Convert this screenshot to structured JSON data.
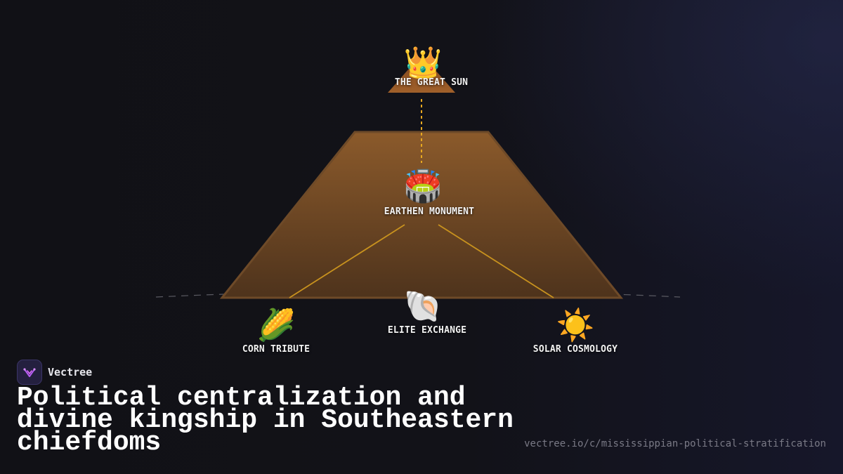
{
  "diagram": {
    "nodes": [
      {
        "id": "great-sun",
        "label": "THE GREAT SUN",
        "icon": "crown-icon",
        "glyph": "👑"
      },
      {
        "id": "earthen-monument",
        "label": "EARTHEN MONUMENT",
        "icon": "stadium-icon",
        "glyph": "🏟️"
      },
      {
        "id": "elite-exchange",
        "label": "ELITE EXCHANGE",
        "icon": "shell-icon",
        "glyph": "🐚"
      },
      {
        "id": "corn-tribute",
        "label": "CORN TRIBUTE",
        "icon": "corn-icon",
        "glyph": "🌽"
      },
      {
        "id": "solar-cosmology",
        "label": "SOLAR COSMOLOGY",
        "icon": "sun-icon",
        "glyph": "☀️"
      }
    ],
    "edges": [
      {
        "from": "great-sun",
        "to": "earthen-monument",
        "style": "dotted"
      },
      {
        "from": "earthen-monument",
        "to": "corn-tribute",
        "style": "solid"
      },
      {
        "from": "earthen-monument",
        "to": "solar-cosmology",
        "style": "solid"
      }
    ],
    "colors": {
      "mound_top": "#8b5a2b",
      "mound_bottom": "#4e331c",
      "edge": "#c8921e",
      "dotted_edge": "#e8a820"
    }
  },
  "brand": {
    "name": "Vectree",
    "logo_icon": "vectree-logo-icon"
  },
  "title": "Political centralization and divine kingship in Southeastern chiefdoms",
  "url": "vectree.io/c/mississippian-political-stratification"
}
